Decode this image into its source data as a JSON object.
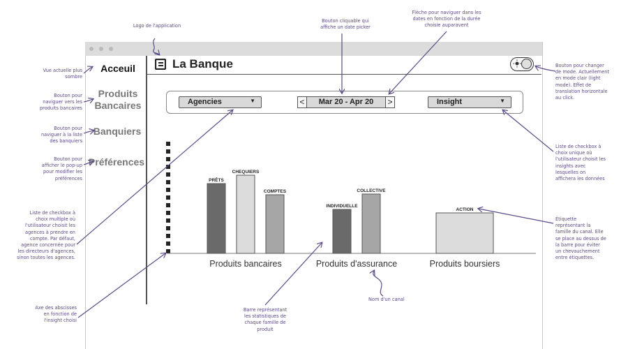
{
  "app": {
    "title": "La Banque"
  },
  "sidebar": {
    "items": [
      {
        "label": "Acceuil"
      },
      {
        "label_line1": "Produits",
        "label_line2": "Bancaires"
      },
      {
        "label": "Banquiers"
      },
      {
        "label": "Préférences"
      }
    ]
  },
  "filters": {
    "agencies": "Agencies",
    "date_range": "Mar 20 - Apr 20",
    "prev": "<",
    "next": ">",
    "insight": "Insight"
  },
  "chart_data": {
    "type": "bar",
    "groups": [
      {
        "name": "Produits bancaires",
        "bars": [
          {
            "label": "PRÊTS",
            "value": 100,
            "color": "#6a6a6a"
          },
          {
            "label": "CHEQUIERS",
            "value": 112,
            "color": "#dcdcdc"
          },
          {
            "label": "COMPTES",
            "value": 84,
            "color": "#a6a6a6"
          }
        ]
      },
      {
        "name": "Produits d'assurance",
        "bars": [
          {
            "label": "INDIVIDUELLE",
            "value": 63,
            "color": "#6a6a6a"
          },
          {
            "label": "COLLECTIVE",
            "value": 85,
            "color": "#a6a6a6"
          }
        ]
      },
      {
        "name": "Produits boursiers",
        "bars": [
          {
            "label": "ACTION",
            "value": 58,
            "color": "#dcdcdc"
          }
        ]
      }
    ],
    "ylim": [
      0,
      160
    ],
    "grid": false
  },
  "annotations": {
    "logo": "Logo de l'application",
    "date_picker": [
      "Bouton cliquable qui",
      "affiche un date picker"
    ],
    "arrows_nav": [
      "Flèche pour naviguer dans les",
      "dates en fonction de la durée",
      "choisie auparavent"
    ],
    "current_view": [
      "Vue actuelle plus",
      "sombre"
    ],
    "nav_products": [
      "Bouton pour",
      "naviguer vers les",
      "produits bancaires"
    ],
    "nav_bankers": [
      "Bouton pour",
      "naviguer à la liste",
      "des banquiers"
    ],
    "nav_prefs": [
      "Bouton pour",
      "afficher le pop-up",
      "pour modifier les",
      "préférences"
    ],
    "agencies_list": [
      "Liste de checkbox à",
      "choix multiple où",
      "l'utilisateur choisit les",
      "agences à prendre en",
      "compte. Par défaut,",
      "agence concernée pour",
      "les directeurs d'agences,",
      "sinon toutes les agences."
    ],
    "axis": [
      "Axe des abscisses",
      "en fonction de",
      "l'insight choisi"
    ],
    "bar_desc": [
      "Barre représentant",
      "les statistiques de",
      "chaque famille de",
      "produit"
    ],
    "channel_name": "Nom d'un canal",
    "mode_toggle": [
      "Bouton pour changer",
      "de mode. Actuellement",
      "en mode clair (light",
      "mode). Effet de",
      "translation horizontale",
      "au click."
    ],
    "insight_list": [
      "Liste de checkbox à",
      "choix unique où",
      "l'utilisateur choisit les",
      "insights avec",
      "lesquelles on",
      "affichera les données"
    ],
    "label_desc": [
      "Étiquette",
      "représentant la",
      "famille du canal. Elle",
      "se place au dessus de",
      "la barre pour éviter",
      "un chevauchement",
      "entre étiquettes."
    ]
  }
}
